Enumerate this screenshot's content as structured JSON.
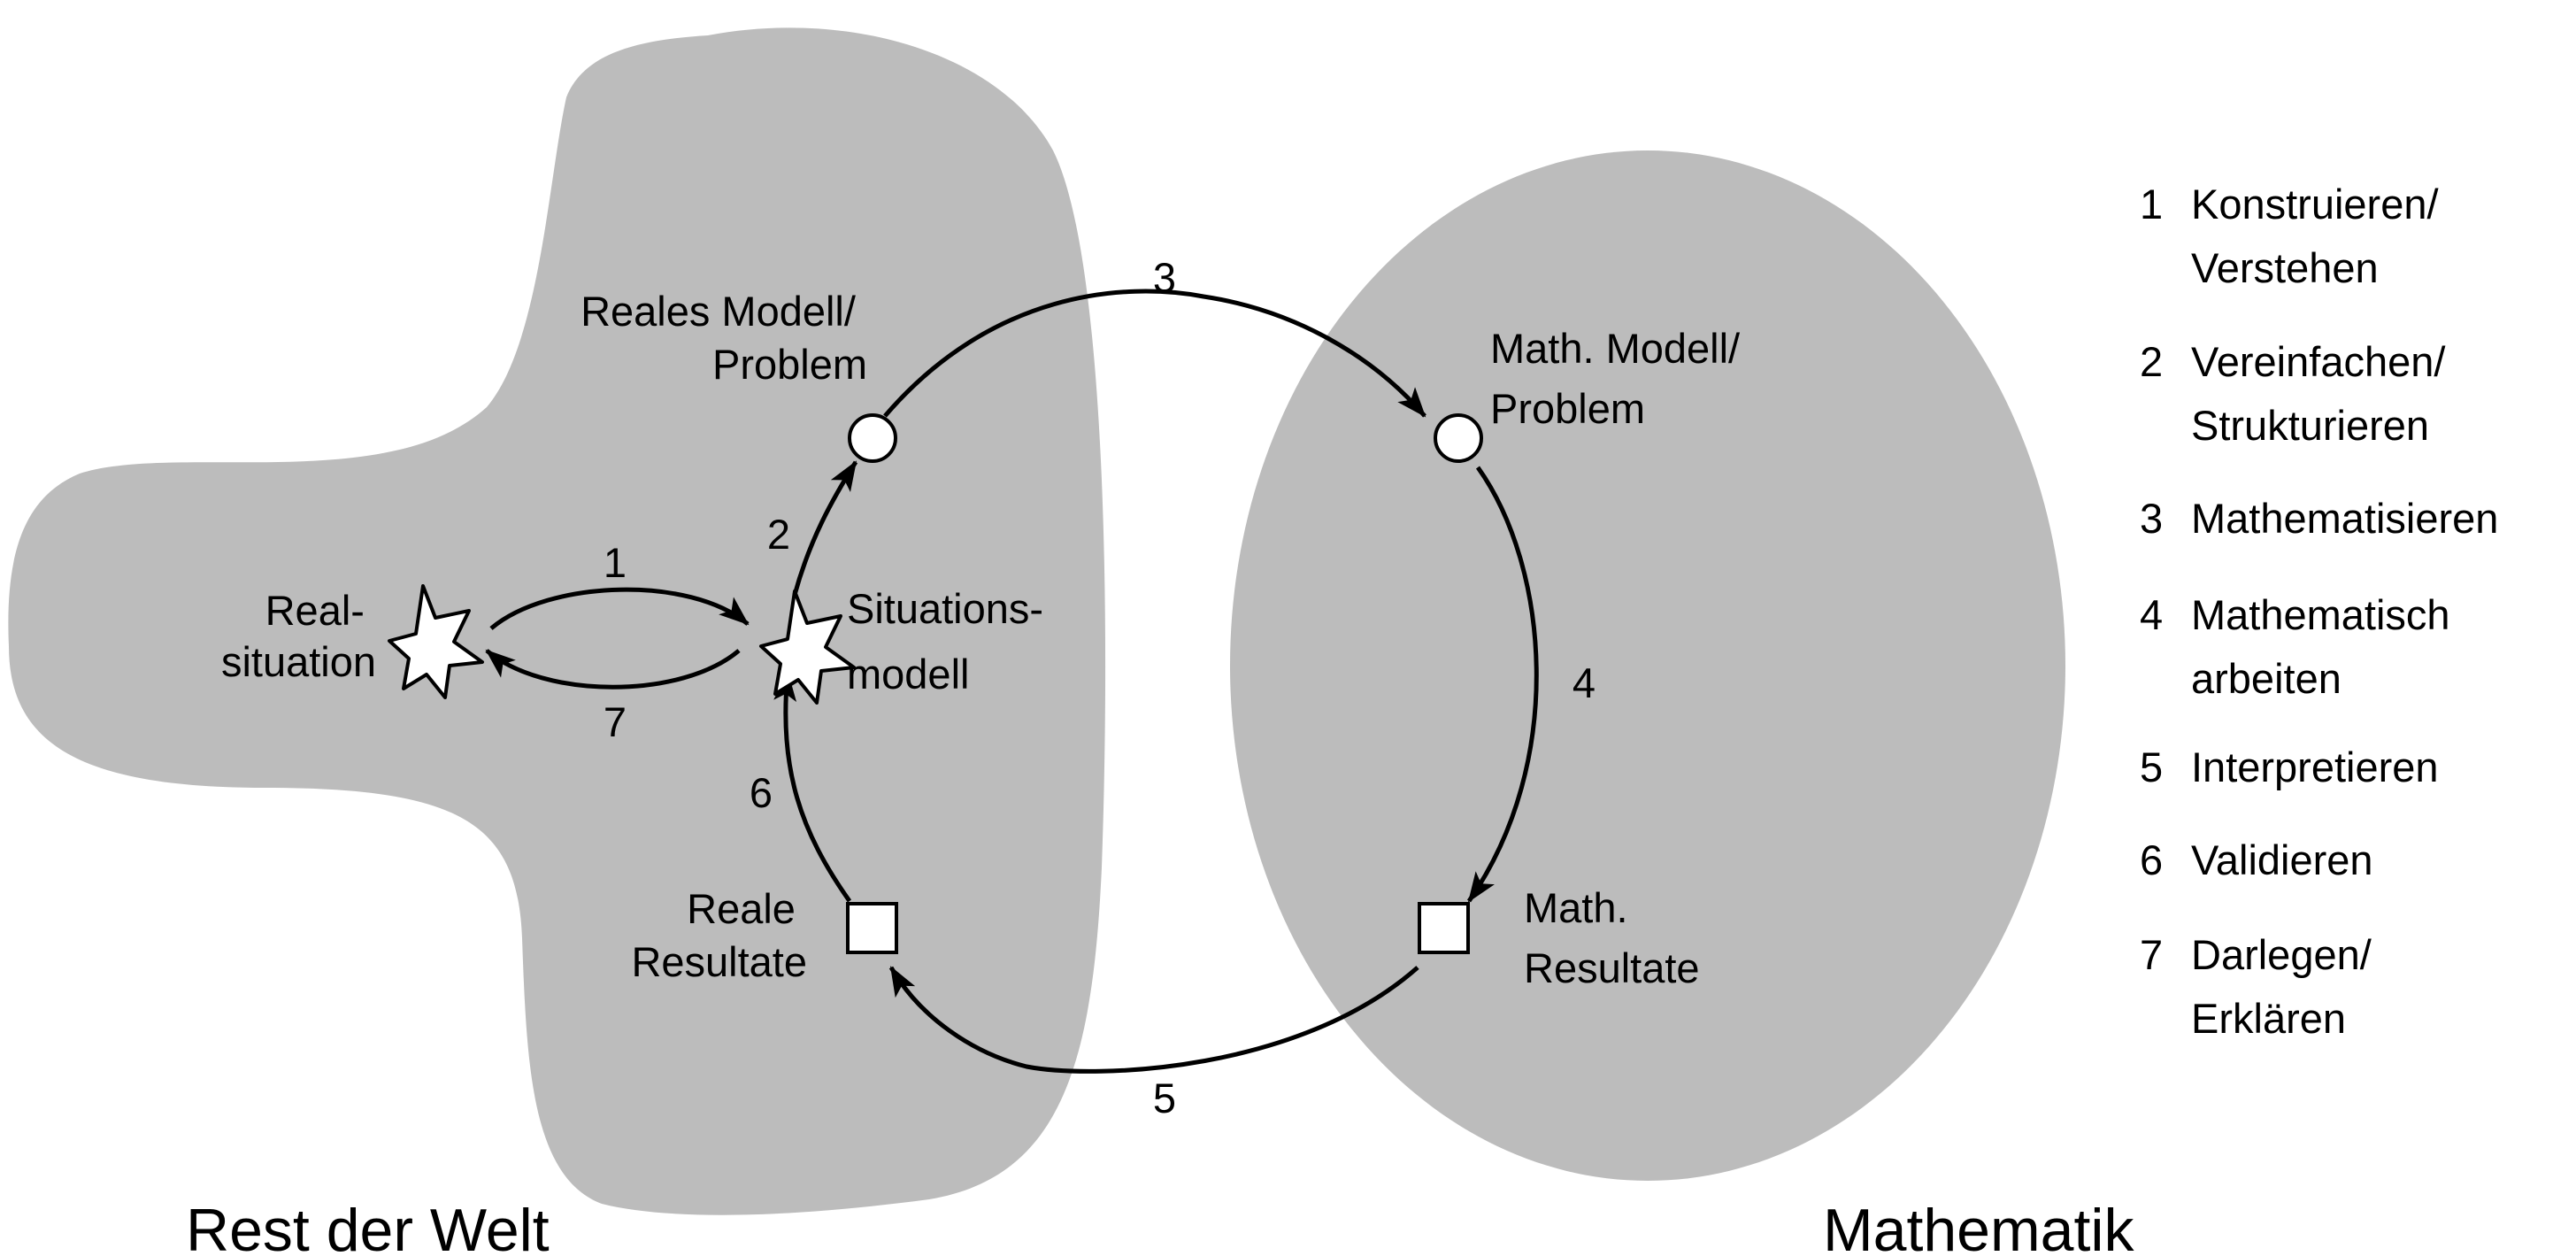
{
  "regions": {
    "real_world": "Rest der Welt",
    "mathematics": "Mathematik"
  },
  "nodes": {
    "real_situation": [
      "Real-",
      "situation"
    ],
    "situation_model": [
      "Situations-",
      "modell"
    ],
    "real_model": [
      "Reales Modell/",
      "Problem"
    ],
    "math_model": [
      "Math. Modell/",
      "Problem"
    ],
    "math_results": [
      "Math.",
      "Resultate"
    ],
    "real_results": [
      "Reale",
      "Resultate"
    ]
  },
  "steps": {
    "s1": "1",
    "s2": "2",
    "s3": "3",
    "s4": "4",
    "s5": "5",
    "s6": "6",
    "s7": "7"
  },
  "legend": [
    {
      "num": "1",
      "lines": [
        "Konstruieren/",
        "Verstehen"
      ]
    },
    {
      "num": "2",
      "lines": [
        "Vereinfachen/",
        "Strukturieren"
      ]
    },
    {
      "num": "3",
      "lines": [
        "Mathematisieren"
      ]
    },
    {
      "num": "4",
      "lines": [
        "Mathematisch",
        "arbeiten"
      ]
    },
    {
      "num": "5",
      "lines": [
        "Interpretieren"
      ]
    },
    {
      "num": "6",
      "lines": [
        "Validieren"
      ]
    },
    {
      "num": "7",
      "lines": [
        "Darlegen/",
        "Erklären"
      ]
    }
  ],
  "colors": {
    "region_fill": "#bcbcbc",
    "stroke": "#000000",
    "node_fill": "#ffffff"
  }
}
